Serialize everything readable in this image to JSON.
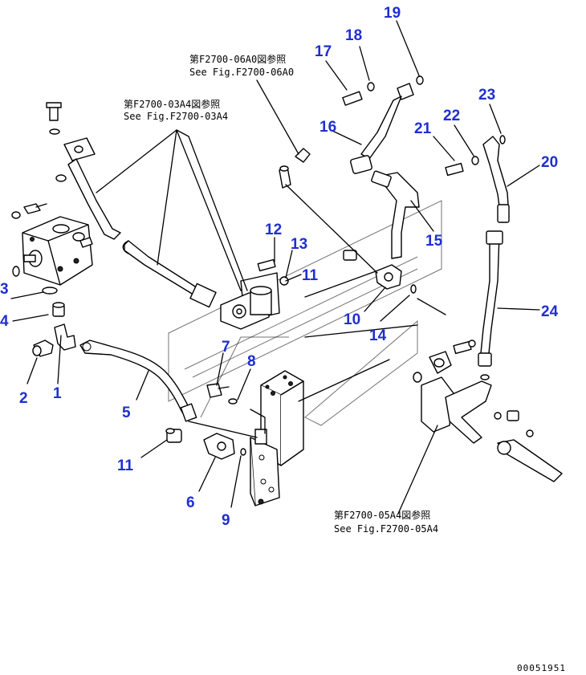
{
  "references": {
    "ref_06a0": {
      "jp": "第F2700-06A0図参照",
      "en": "See Fig.F2700-06A0"
    },
    "ref_03a4": {
      "jp": "第F2700-03A4図参照",
      "en": "See Fig.F2700-03A4"
    },
    "ref_05a4": {
      "jp": "第F2700-05A4図参照",
      "en": "See Fig.F2700-05A4"
    }
  },
  "callouts": {
    "c1": "1",
    "c2": "2",
    "c3": "3",
    "c4": "4",
    "c5": "5",
    "c6": "6",
    "c7": "7",
    "c8": "8",
    "c9": "9",
    "c10": "10",
    "c11a": "11",
    "c11b": "11",
    "c12": "12",
    "c13": "13",
    "c14": "14",
    "c15": "15",
    "c16": "16",
    "c17": "17",
    "c18": "18",
    "c19": "19",
    "c20": "20",
    "c21": "21",
    "c22": "22",
    "c23": "23",
    "c24": "24"
  },
  "drawing_code": "00051951",
  "colors": {
    "callout": "#1f2fd0",
    "line": "#000000",
    "background": "#ffffff"
  }
}
